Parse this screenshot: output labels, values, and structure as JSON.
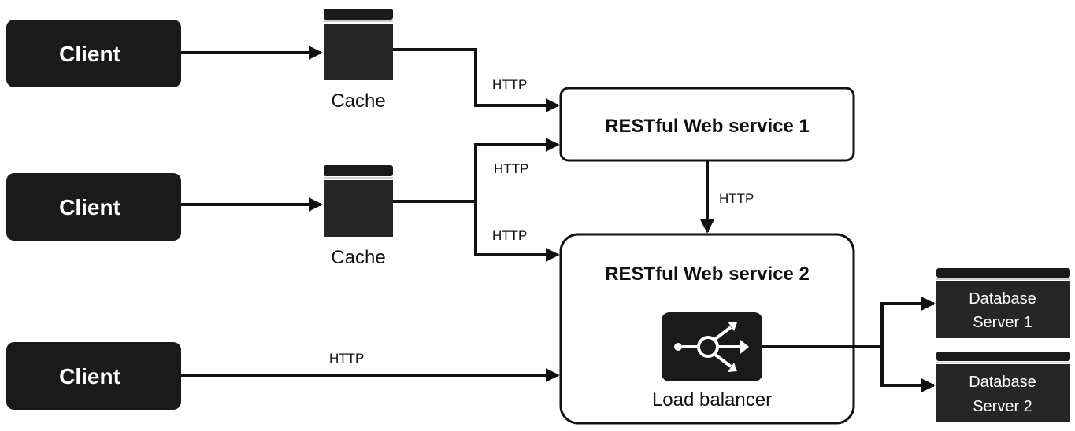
{
  "clients": [
    {
      "label": "Client"
    },
    {
      "label": "Client"
    },
    {
      "label": "Client"
    }
  ],
  "caches": [
    {
      "label": "Cache"
    },
    {
      "label": "Cache"
    }
  ],
  "http_labels": [
    "HTTP",
    "HTTP",
    "HTTP",
    "HTTP",
    "HTTP"
  ],
  "services": [
    {
      "label": "RESTful Web service 1"
    },
    {
      "label": "RESTful Web service 2"
    }
  ],
  "load_balancer": {
    "label": "Load balancer",
    "icon": "load-balancer-icon"
  },
  "databases": [
    {
      "line1": "Database",
      "line2": "Server 1"
    },
    {
      "line1": "Database",
      "line2": "Server 2"
    }
  ],
  "colors": {
    "dark": "#1a1a1a",
    "stroke": "#111111",
    "background": "#ffffff"
  }
}
